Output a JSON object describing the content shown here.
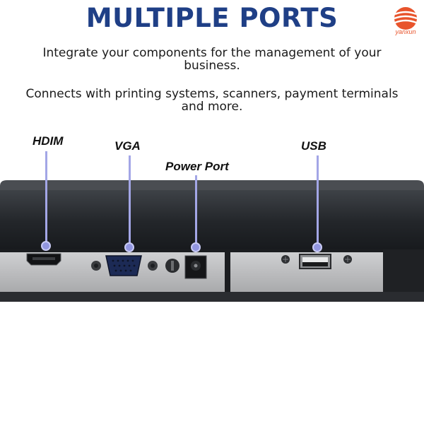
{
  "header": {
    "title": "MULTIPLE PORTS",
    "brand": "yanxun"
  },
  "description": {
    "line1": "Integrate your components for the management of your business.",
    "line2": "Connects with printing systems, scanners, payment terminals and more."
  },
  "ports": {
    "hdmi": "HDIM",
    "vga": "VGA",
    "power": "Power Port",
    "usb": "USB"
  },
  "colors": {
    "title": "#1f3f86",
    "brand": "#e8542c",
    "pointer": "#a3a6e6"
  }
}
